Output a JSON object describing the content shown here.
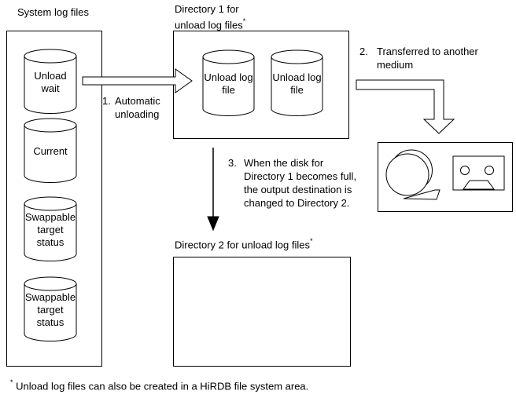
{
  "diagram": {
    "system_log_box": {
      "title": "System log files",
      "cylinders": [
        {
          "label_lines": [
            "Unload",
            "wait"
          ]
        },
        {
          "label_lines": [
            "Current"
          ]
        },
        {
          "label_lines": [
            "Swappable",
            "target",
            "status"
          ]
        },
        {
          "label_lines": [
            "Swappable",
            "target",
            "status"
          ]
        }
      ]
    },
    "directory1_box": {
      "title_lines": [
        "Directory 1 for",
        "unload log files"
      ],
      "title_superscript": "*",
      "cylinders": [
        {
          "label_lines": [
            "Unload log",
            "file"
          ]
        },
        {
          "label_lines": [
            "Unload log",
            "file"
          ]
        }
      ]
    },
    "directory2_box": {
      "title": "Directory 2 for unload log files",
      "title_superscript": "*"
    },
    "steps": [
      {
        "number": "1.",
        "lines": [
          "Automatic",
          "unloading"
        ]
      },
      {
        "number": "2.",
        "lines": [
          "Transferred to another",
          "medium"
        ]
      },
      {
        "number": "3.",
        "lines": [
          "When the disk for",
          "Directory 1 becomes full,",
          "the output destination is",
          "changed to Directory 2."
        ]
      }
    ],
    "media_box": {
      "icons": [
        "tape-reel",
        "cassette-tape"
      ]
    },
    "footnote": {
      "marker": "*",
      "text": "Unload log files can also be created in a HiRDB file system area."
    },
    "colors": {
      "line": "#000000",
      "background": "#ffffff"
    }
  }
}
